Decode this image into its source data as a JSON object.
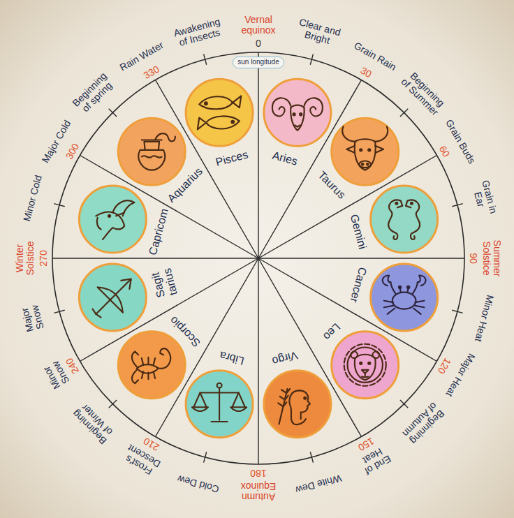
{
  "diagram": {
    "nodes": [
      {
        "text": [
          "sun longitude"
        ]
      }
    ],
    "labels": [
      "Vernal equinox",
      "Clear and Bright",
      "Grain Rain",
      "Beginning of Summer",
      "Grain Buds",
      "Grain in Ear",
      "Summer Solstice",
      "Minor Heat",
      "Major Heat",
      "Beginning of Autumn",
      "End of Heat",
      "White Dew",
      "Autumn Equinox",
      "Cold Dew",
      "Frost's Descent",
      "Beginning of Winter",
      "Minor Snow",
      "Major Snow",
      "Winter Solstice",
      "Minor Cold",
      "Major Cold",
      "Beginning of spring",
      "Rain Water",
      "Awakening of Insects",
      "0",
      "30",
      "60",
      "90",
      "120",
      "150",
      "180",
      "210",
      "240",
      "270",
      "300",
      "330",
      "Aries",
      "Taurus",
      "Gemini",
      "Cancer",
      "Leo",
      "Virgo",
      "Libra",
      "Scorpio",
      "Sagit tarius",
      "Capricom",
      "Aquarius",
      "Pisces"
    ]
  }
}
